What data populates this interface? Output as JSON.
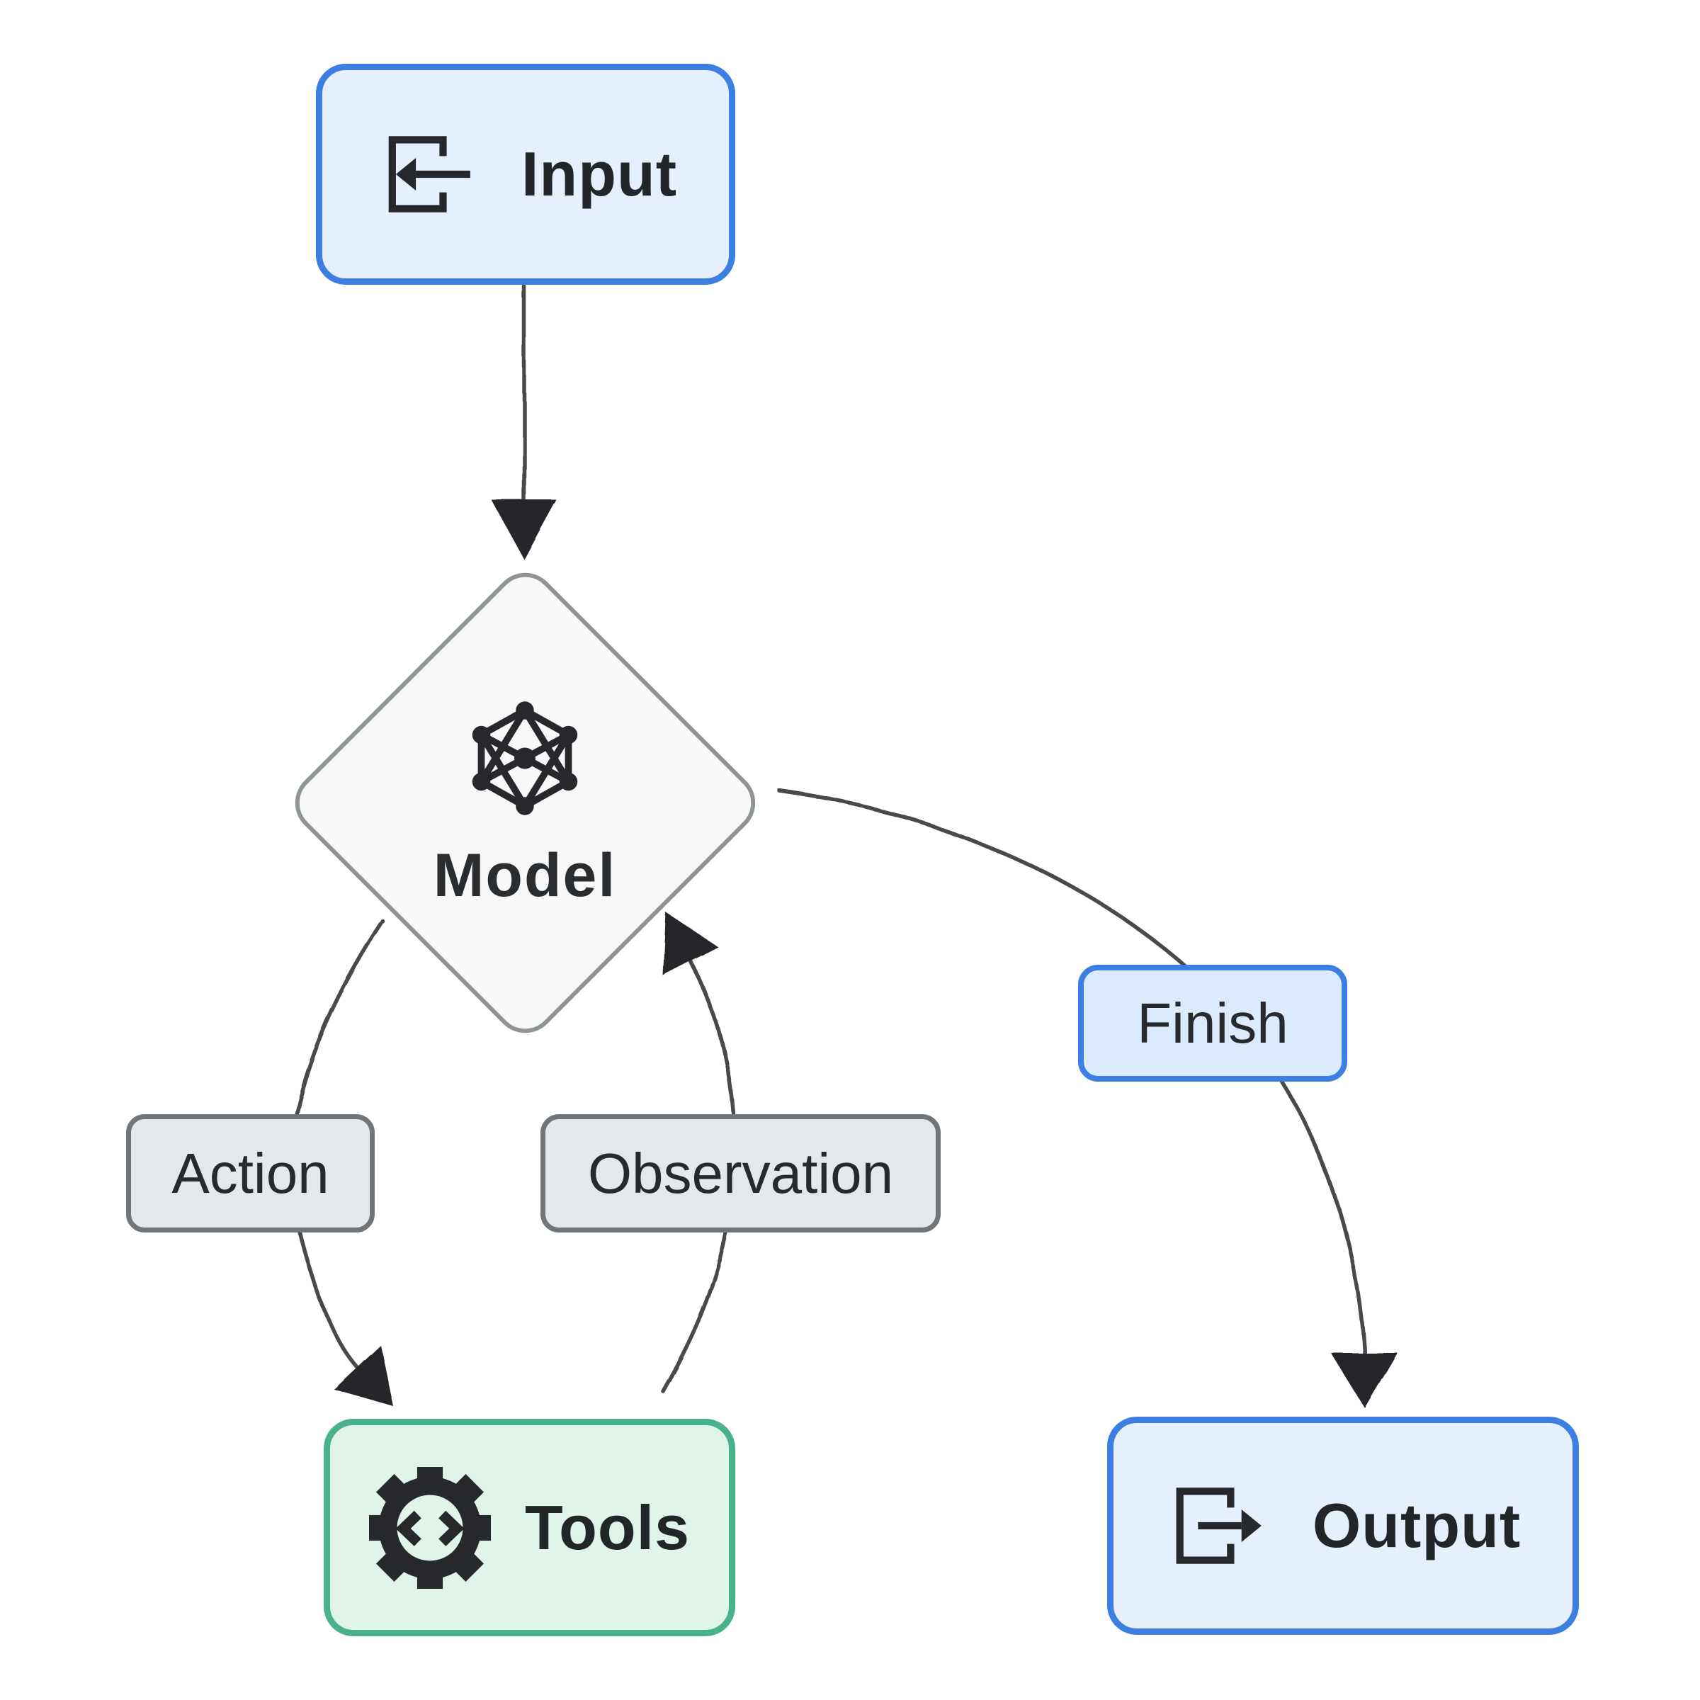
{
  "diagram": {
    "title": "agent-loop-flowchart",
    "nodes": {
      "input": {
        "label": "Input",
        "icon": "input-arrow-icon",
        "shape": "rounded-rect",
        "fill": "#e6effc",
        "border": "#3d7ee2"
      },
      "model": {
        "label": "Model",
        "icon": "neural-network-icon",
        "shape": "diamond",
        "fill": "#f8f8f8",
        "border": "#8f9596"
      },
      "tools": {
        "label": "Tools",
        "icon": "gear-code-icon",
        "shape": "rounded-rect",
        "fill": "#e1f4ea",
        "border": "#49b18c"
      },
      "output": {
        "label": "Output",
        "icon": "output-arrow-icon",
        "shape": "rounded-rect",
        "fill": "#e6effc",
        "border": "#3d7ee2"
      }
    },
    "edge_labels": {
      "action": "Action",
      "observation": "Observation",
      "finish": "Finish"
    },
    "edges": [
      {
        "from": "input",
        "to": "model",
        "label": ""
      },
      {
        "from": "model",
        "to": "tools",
        "label": "Action"
      },
      {
        "from": "tools",
        "to": "model",
        "label": "Observation"
      },
      {
        "from": "model",
        "to": "output",
        "label": "Finish"
      }
    ],
    "colors": {
      "blue_border": "#3d7ee2",
      "blue_fill": "#e6effc",
      "finish_fill": "#dcebfb",
      "green_border": "#49b18c",
      "green_fill": "#e1f4ea",
      "gray_border": "#6f7578",
      "gray_fill": "#e4e8ea",
      "diamond_border": "#8f9596",
      "diamond_fill": "#f8f8f8",
      "edge_stroke": "#484a4c",
      "arrow_fill": "#26282b",
      "text_dark": "#232629",
      "canvas_bg": "#ffffff"
    }
  }
}
